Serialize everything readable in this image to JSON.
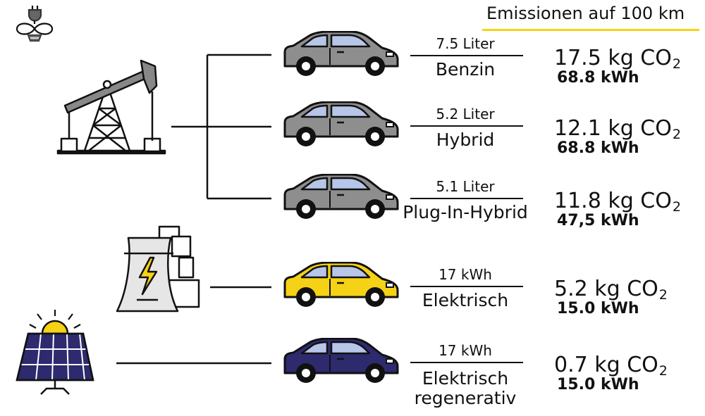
{
  "header": {
    "title": "Emissionen auf 100 km"
  },
  "colors": {
    "accent_yellow": "#f5d215",
    "car_gray": "#8e8e8e",
    "car_yellow": "#f5d215",
    "car_navy": "#2d2a6e",
    "window_blue": "#b7c5e8",
    "solar_panel": "#2d2a6e",
    "outline": "#111111"
  },
  "icons": {
    "logo": "plug-infinity-bee-icon",
    "oil": "oil-pump-icon",
    "power_plant": "power-plant-icon",
    "solar": "solar-panel-icon",
    "car": "car-icon"
  },
  "rows": [
    {
      "consumption": "7.5 Liter",
      "type": "Benzin",
      "co2_value": "17.5 kg CO",
      "co2_sub": "2",
      "energy": "68.8 kWh",
      "car_color": "gray"
    },
    {
      "consumption": "5.2 Liter",
      "type": "Hybrid",
      "co2_value": "12.1 kg CO",
      "co2_sub": "2",
      "energy": "68.8 kWh",
      "car_color": "gray"
    },
    {
      "consumption": "5.1 Liter",
      "type": "Plug-In-Hybrid",
      "co2_value": "11.8 kg CO",
      "co2_sub": "2",
      "energy": "47,5 kWh",
      "car_color": "gray"
    },
    {
      "consumption": "17 kWh",
      "type": "Elektrisch",
      "co2_value": "5.2 kg CO",
      "co2_sub": "2",
      "energy": "15.0 kWh",
      "car_color": "yellow"
    },
    {
      "consumption": "17 kWh",
      "type": "Elektrisch regenerativ",
      "co2_value": "0.7 kg CO",
      "co2_sub": "2",
      "energy": "15.0 kWh",
      "car_color": "navy"
    }
  ]
}
